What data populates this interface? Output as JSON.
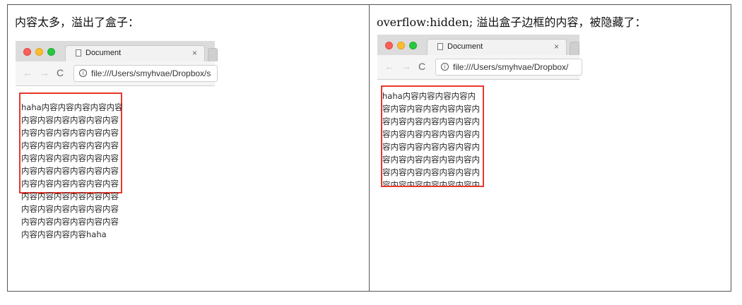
{
  "left": {
    "caption": "内容太多，溢出了盒子：",
    "tab_title": "Document",
    "tab_close": "×",
    "url": "file:///Users/smyhvae/Dropbox/s",
    "content": "haha内容内容内容内容内容内容内容内容内容内容内容内容内容内容内容内容内容内容内容内容内容内容内容内容内容内容内容内容内容内容内容内容内容内容内容内容内容内容内容内容内容内容内容内容内容内容内容内容内容内容内容内容内容内容内容内容内容内容内容内容内容内容内容haha"
  },
  "right": {
    "caption": "overflow:hidden;  溢出盒子边框的内容，被隐藏了：",
    "tab_title": "Document",
    "tab_close": "×",
    "url": "file:///Users/smyhvae/Dropbox/",
    "content": "haha内容内容内容内容内容内容内容内容内容内容内容内容内容内容内容内容内容内容内容内容内容内容内容内容内容内容内容内容内容内容内容内容内容内容内容内容内容内容内容内容内容内容内容内容内容内容内容内容内容内容内容内容内容内容内容内容内容内容内容内容内容内容内容haha"
  },
  "nav": {
    "back": "←",
    "forward": "→",
    "reload": "C",
    "info": "i"
  },
  "colors": {
    "outline": "#e8372b",
    "close": "#fc5f57",
    "minimize": "#fdbc2e",
    "zoom": "#28c840"
  },
  "icons": [
    "document-icon",
    "close-icon",
    "back-arrow-icon",
    "forward-arrow-icon",
    "reload-icon",
    "info-icon"
  ]
}
